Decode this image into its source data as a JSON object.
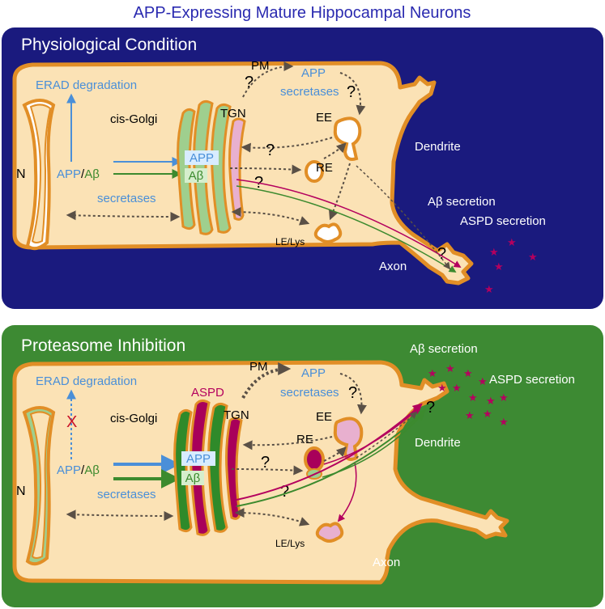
{
  "title": "APP-Expressing Mature Hippocampal Neurons",
  "colors": {
    "title": "#2a2ab0",
    "panel_top_bg": "#1a1a7e",
    "panel_bottom_bg": "#3d8a33",
    "cell_fill": "#fbe2b5",
    "cell_border": "#e18e26",
    "app_blue": "#4a8fd8",
    "abeta_green": "#3c8a2e",
    "aspd_magenta": "#b4005e",
    "golgi_green": "#9fcf8e",
    "golgi_pink": "#e8b0cf",
    "golgi_dark_green": "#2f8a2a",
    "golgi_dark_magenta": "#a8005a"
  },
  "panel_top": {
    "heading": "Physiological Condition",
    "erad": "ERAD degradation",
    "nucleus": "N",
    "app_slash_ab": [
      "APP",
      "/",
      "Aβ"
    ],
    "secretases_left": "secretases",
    "cis_golgi": "cis-Golgi",
    "tgn": "TGN",
    "pm": "PM",
    "app_top": "APP",
    "secretases_top": "secretases",
    "box_app": "APP",
    "box_ab": "Aβ",
    "ee": "EE",
    "re": "RE",
    "le_lys": "LE/Lys",
    "dendrite": "Dendrite",
    "axon": "Axon",
    "ab_secretion": "Aβ secretion",
    "aspd_secretion": "ASPD secretion",
    "question_mark": "?"
  },
  "panel_bottom": {
    "heading": "Proteasome Inhibition",
    "erad": "ERAD degradation",
    "blocked": "X",
    "nucleus": "N",
    "app_slash_ab": [
      "APP",
      "/",
      "Aβ"
    ],
    "secretases_left": "secretases",
    "aspd": "ASPD",
    "cis_golgi": "cis-Golgi",
    "tgn": "TGN",
    "pm": "PM",
    "app_top": "APP",
    "secretases_top": "secretases",
    "box_app": "APP",
    "box_ab": "Aβ",
    "ee": "EE",
    "re": "RE",
    "le_lys": "LE/Lys",
    "dendrite": "Dendrite",
    "axon": "Axon",
    "ab_secretion": "Aβ secretion",
    "aspd_secretion": "ASPD secretion",
    "question_mark": "?"
  }
}
